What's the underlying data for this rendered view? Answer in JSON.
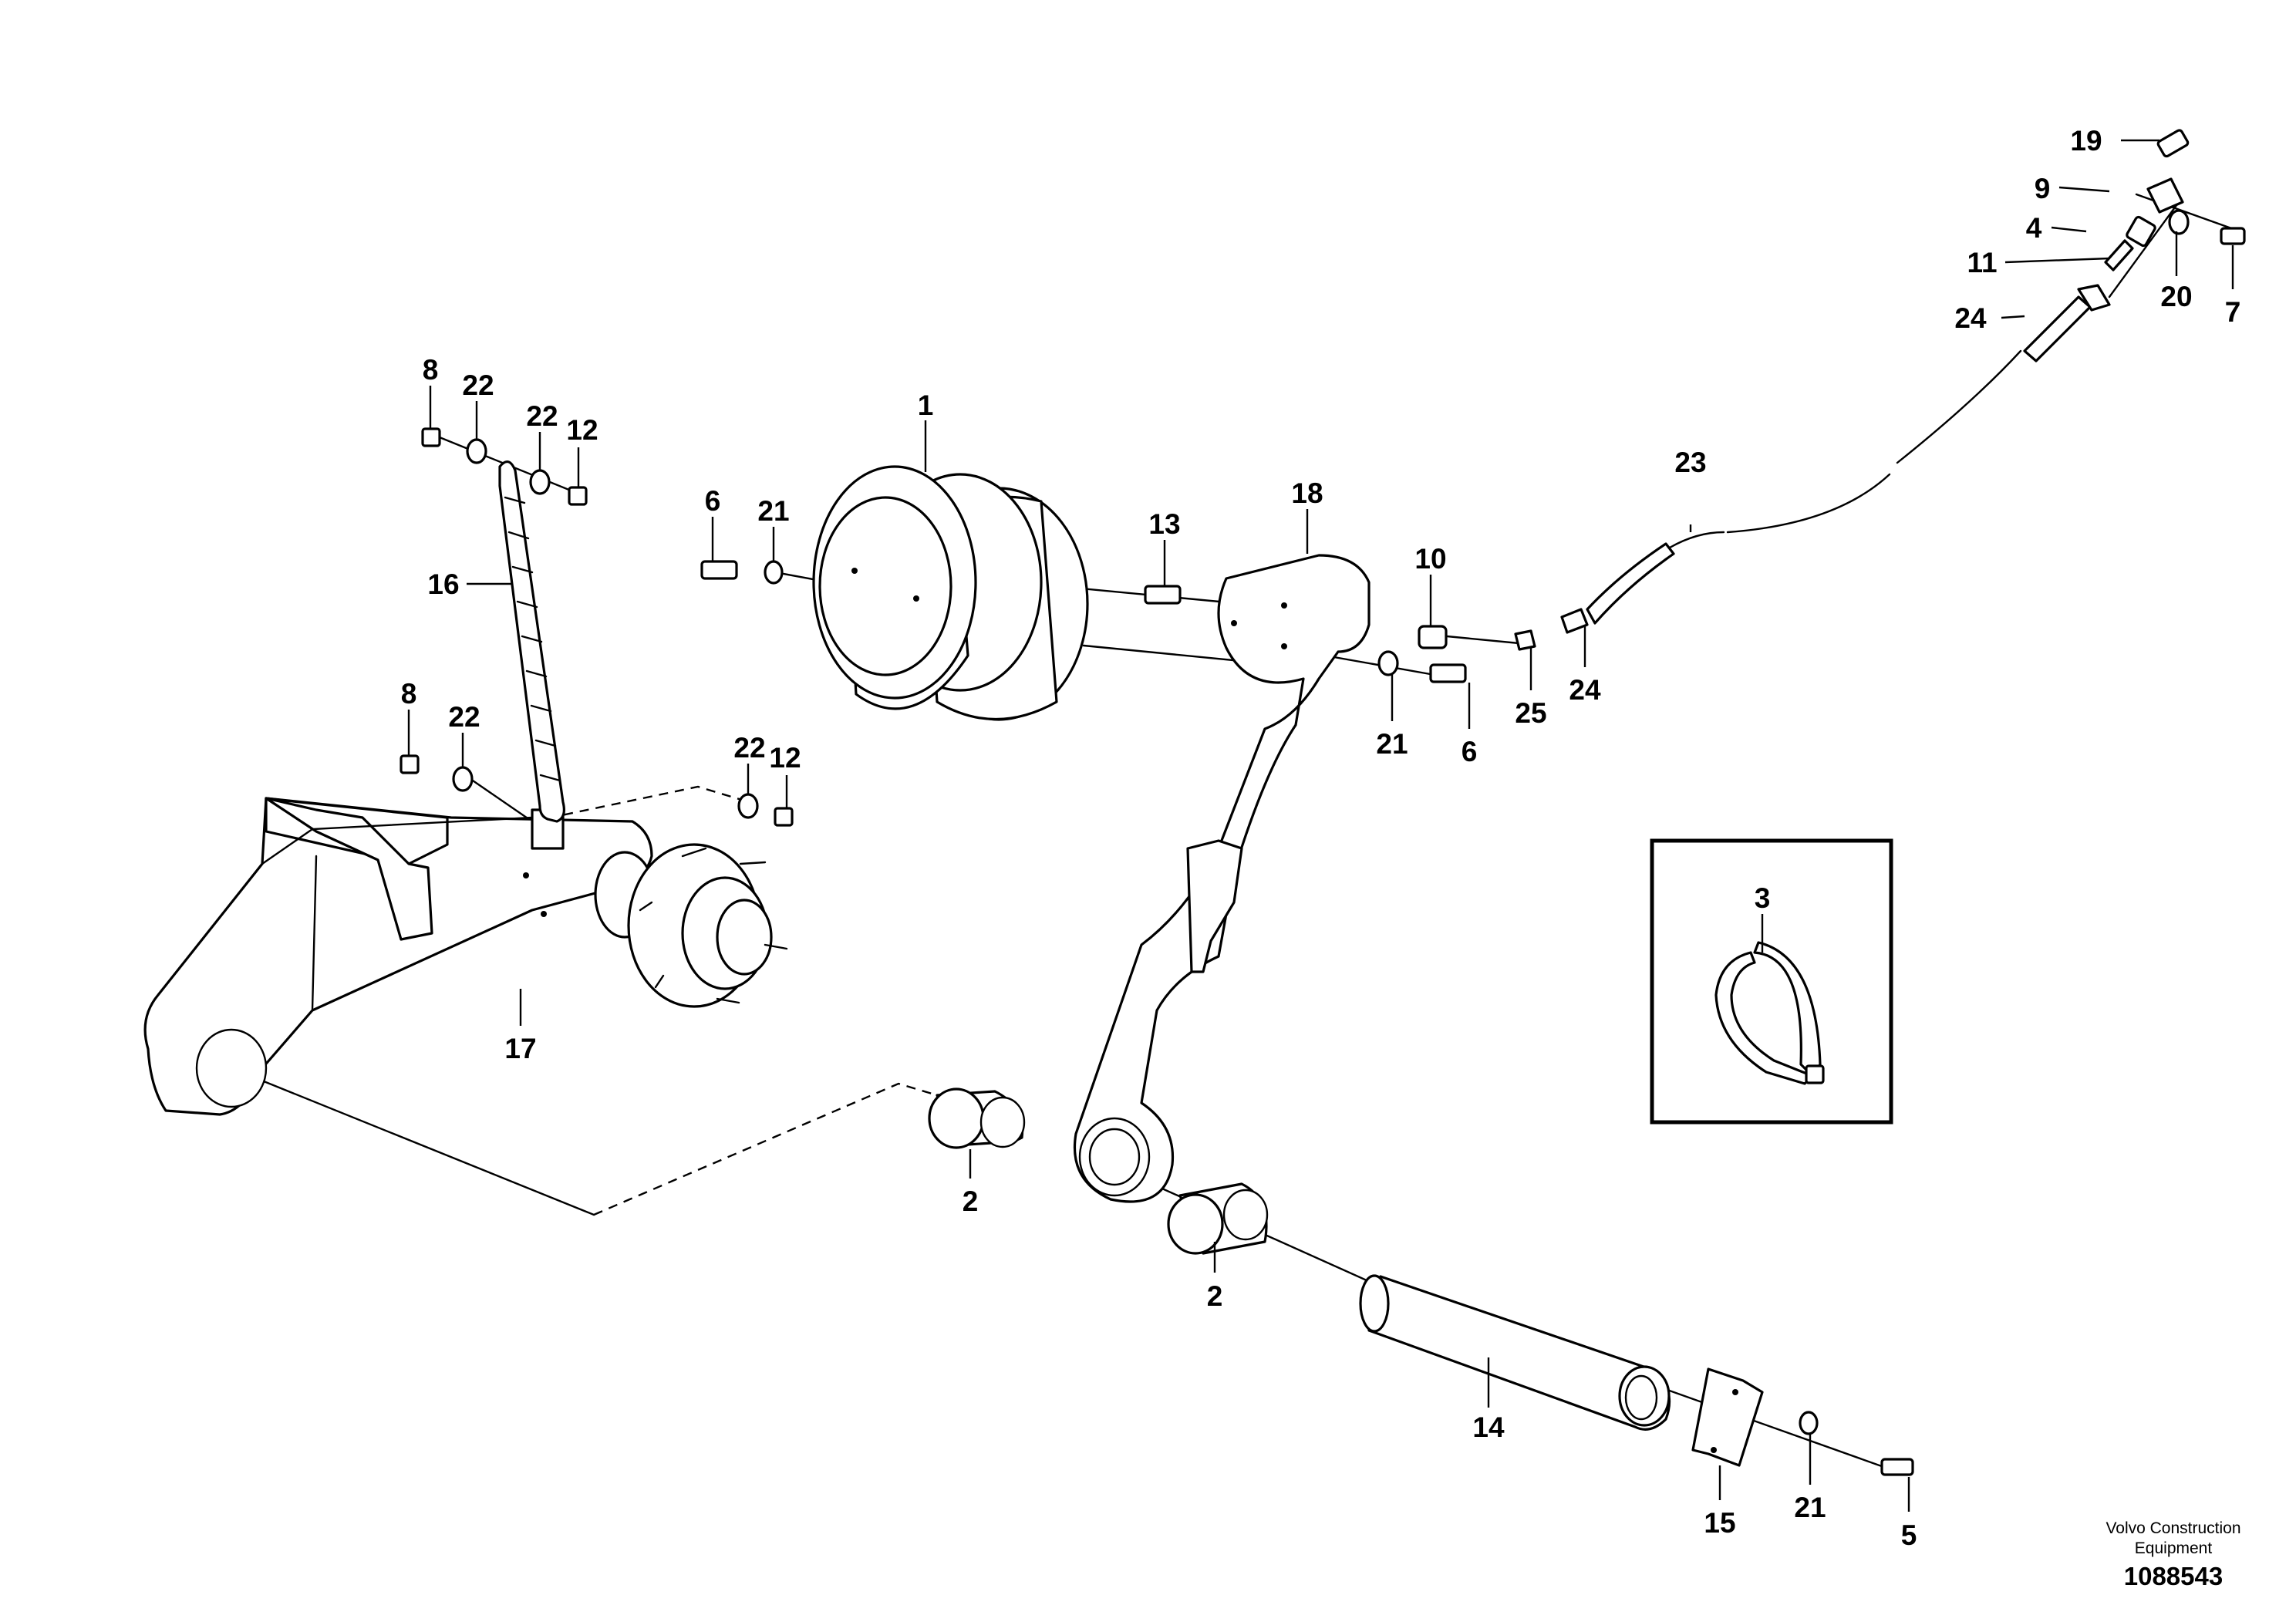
{
  "diagram": {
    "callouts": [
      {
        "id": "c1",
        "text": "1"
      },
      {
        "id": "c2a",
        "text": "2"
      },
      {
        "id": "c2b",
        "text": "2"
      },
      {
        "id": "c3",
        "text": "3"
      },
      {
        "id": "c4",
        "text": "4"
      },
      {
        "id": "c5",
        "text": "5"
      },
      {
        "id": "c6a",
        "text": "6"
      },
      {
        "id": "c6b",
        "text": "6"
      },
      {
        "id": "c7",
        "text": "7"
      },
      {
        "id": "c8a",
        "text": "8"
      },
      {
        "id": "c8b",
        "text": "8"
      },
      {
        "id": "c9",
        "text": "9"
      },
      {
        "id": "c10",
        "text": "10"
      },
      {
        "id": "c11",
        "text": "11"
      },
      {
        "id": "c12a",
        "text": "12"
      },
      {
        "id": "c12b",
        "text": "12"
      },
      {
        "id": "c13",
        "text": "13"
      },
      {
        "id": "c14",
        "text": "14"
      },
      {
        "id": "c15",
        "text": "15"
      },
      {
        "id": "c16",
        "text": "16"
      },
      {
        "id": "c17",
        "text": "17"
      },
      {
        "id": "c18",
        "text": "18"
      },
      {
        "id": "c19",
        "text": "19"
      },
      {
        "id": "c20",
        "text": "20"
      },
      {
        "id": "c21a",
        "text": "21"
      },
      {
        "id": "c21b",
        "text": "21"
      },
      {
        "id": "c21c",
        "text": "21"
      },
      {
        "id": "c22a",
        "text": "22"
      },
      {
        "id": "c22b",
        "text": "22"
      },
      {
        "id": "c22c",
        "text": "22"
      },
      {
        "id": "c22d",
        "text": "22"
      },
      {
        "id": "c23",
        "text": "23"
      },
      {
        "id": "c24a",
        "text": "24"
      },
      {
        "id": "c24b",
        "text": "24"
      },
      {
        "id": "c25",
        "text": "25"
      }
    ]
  },
  "footer": {
    "brand_line1": "Volvo Construction",
    "brand_line2": "Equipment",
    "doc_number": "1088543"
  }
}
